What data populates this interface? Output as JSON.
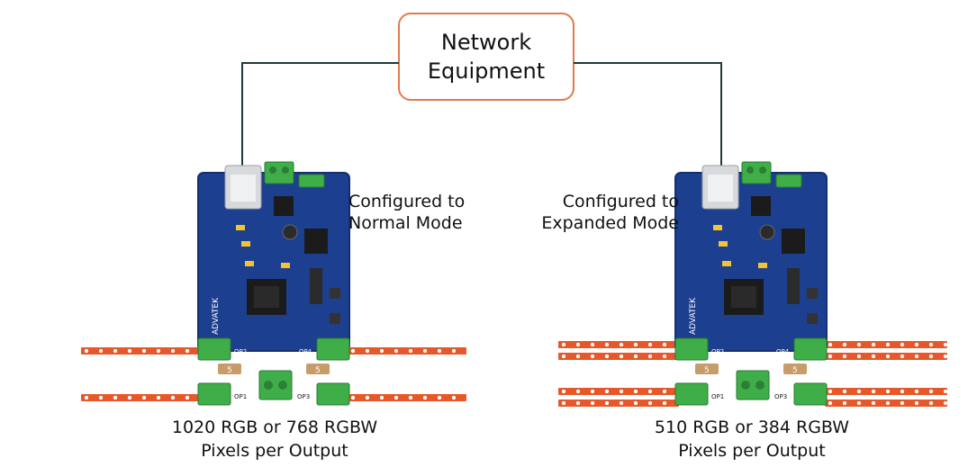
{
  "network": {
    "line1": "Network",
    "line2": "Equipment"
  },
  "left": {
    "config_line1": "Configured to",
    "config_line2": "Normal Mode",
    "caption_line1": "1020 RGB or 768 RGBW",
    "caption_line2": "Pixels per Output"
  },
  "right": {
    "config_line1": "Configured to",
    "config_line2": "Expanded Mode",
    "caption_line1": "510 RGB or 384 RGBW",
    "caption_line2": "Pixels per Output"
  },
  "board": {
    "brand": "ADVATEK",
    "out_labels": [
      "OP2",
      "OP4",
      "OP1",
      "OP3"
    ],
    "fuse_value": "5"
  },
  "colors": {
    "accent": "#e07a4f",
    "board": "#1d3f8f",
    "strip": "#e8572a",
    "connector": "#3fae49",
    "wire": "#1f3a3a"
  }
}
